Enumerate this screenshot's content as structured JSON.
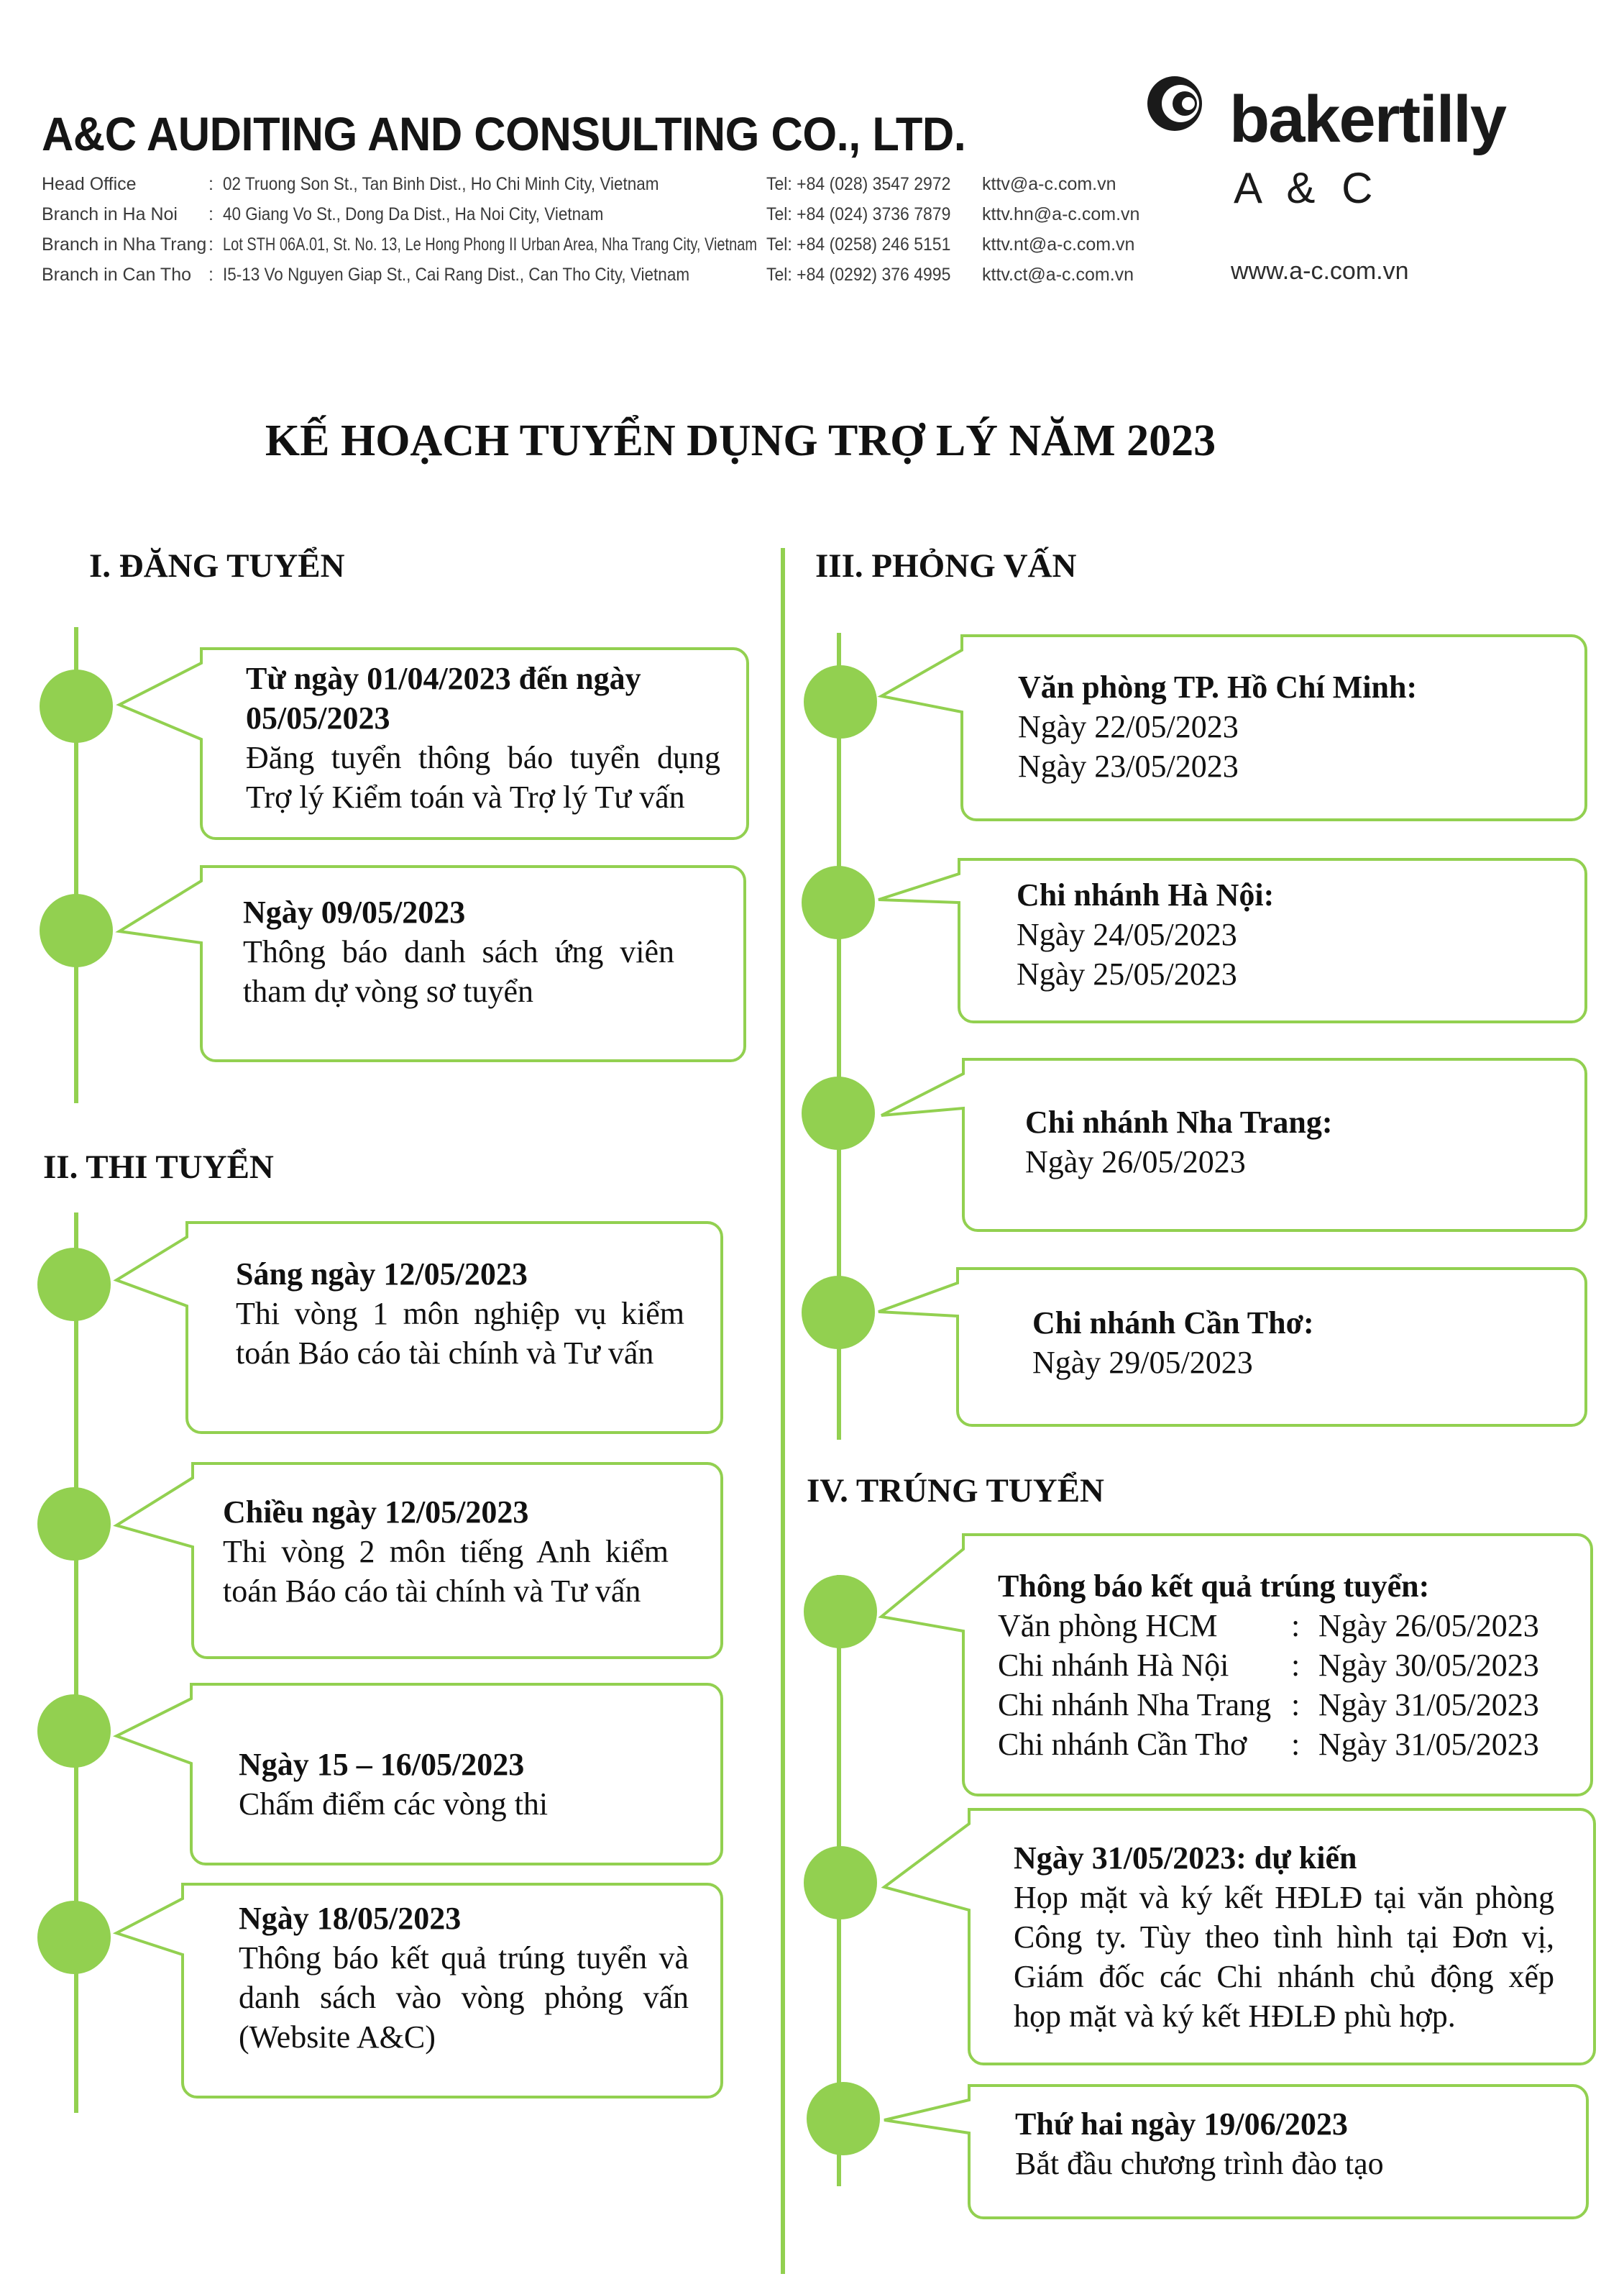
{
  "header": {
    "company_name": "A&C AUDITING AND CONSULTING CO., LTD.",
    "offices": [
      {
        "label": "Head Office",
        "colon": ":",
        "address": "02 Truong Son St., Tan Binh Dist., Ho Chi Minh City, Vietnam",
        "tel": "Tel: +84 (028) 3547 2972",
        "email": "kttv@a-c.com.vn"
      },
      {
        "label": "Branch in Ha Noi",
        "colon": ":",
        "address": "40 Giang Vo St., Dong Da Dist., Ha Noi City, Vietnam",
        "tel": "Tel: +84 (024) 3736 7879",
        "email": "kttv.hn@a-c.com.vn"
      },
      {
        "label": "Branch in Nha Trang",
        "colon": ":",
        "address": "Lot STH 06A.01, St. No. 13, Le Hong Phong II Urban Area, Nha Trang City, Vietnam",
        "tel": "Tel: +84 (0258) 246 5151",
        "email": "kttv.nt@a-c.com.vn"
      },
      {
        "label": "Branch in Can Tho",
        "colon": ":",
        "address": "I5-13 Vo Nguyen Giap St., Cai Rang Dist., Can Tho City, Vietnam",
        "tel": "Tel: +84 (0292) 376 4995",
        "email": "kttv.ct@a-c.com.vn"
      }
    ],
    "brand_name": "bakertilly",
    "brand_sub": "A & C",
    "website": "www.a-c.com.vn"
  },
  "title": "KẾ HOẠCH TUYỂN DỤNG TRỢ LÝ NĂM 2023",
  "sections": {
    "s1": {
      "title": "I.  ĐĂNG TUYỂN",
      "items": [
        {
          "heading": [
            "Từ ngày 01/04/2023 đến ngày",
            "05/05/2023"
          ],
          "lines": [
            "Đăng tuyển thông báo tuyển dụng",
            "Trợ lý Kiểm toán và Trợ lý Tư vấn"
          ]
        },
        {
          "heading": [
            "Ngày 09/05/2023"
          ],
          "lines": [
            "Thông báo danh sách ứng viên",
            "tham dự vòng sơ tuyển"
          ]
        }
      ]
    },
    "s2": {
      "title": "II.  THI TUYỂN",
      "items": [
        {
          "heading": [
            "Sáng ngày 12/05/2023"
          ],
          "lines": [
            "Thi vòng 1 môn nghiệp vụ kiểm",
            "toán Báo cáo tài chính và Tư vấn"
          ]
        },
        {
          "heading": [
            "Chiều ngày 12/05/2023"
          ],
          "lines": [
            "Thi vòng 2 môn tiếng Anh kiểm",
            "toán Báo cáo tài chính và Tư vấn"
          ]
        },
        {
          "heading": [
            "Ngày 15 – 16/05/2023"
          ],
          "lines": [
            "Chấm điểm các vòng thi"
          ]
        },
        {
          "heading": [
            "Ngày 18/05/2023"
          ],
          "lines": [
            "Thông báo kết quả trúng tuyển và",
            "danh sách vào vòng phỏng vấn",
            "(Website A&C)"
          ]
        }
      ]
    },
    "s3": {
      "title": "III. PHỎNG VẤN",
      "items": [
        {
          "heading": [
            "Văn phòng TP. Hồ Chí Minh:"
          ],
          "lines": [
            "Ngày 22/05/2023",
            "Ngày 23/05/2023"
          ]
        },
        {
          "heading": [
            "Chi nhánh Hà Nội:"
          ],
          "lines": [
            "Ngày 24/05/2023",
            "Ngày 25/05/2023"
          ]
        },
        {
          "heading": [
            "Chi nhánh Nha Trang:"
          ],
          "lines": [
            "Ngày 26/05/2023"
          ]
        },
        {
          "heading": [
            "Chi nhánh Cần Thơ:"
          ],
          "lines": [
            "Ngày 29/05/2023"
          ]
        }
      ]
    },
    "s4": {
      "title": "IV. TRÚNG TUYỂN",
      "result": {
        "heading": "Thông báo kết quả trúng tuyển:",
        "rows": [
          {
            "office": "Văn phòng HCM",
            "colon": ":",
            "date": "Ngày 26/05/2023"
          },
          {
            "office": "Chi nhánh Hà Nội",
            "colon": ":",
            "date": "Ngày 30/05/2023"
          },
          {
            "office": "Chi nhánh Nha Trang",
            "colon": ":",
            "date": "Ngày 31/05/2023"
          },
          {
            "office": "Chi nhánh Cần Thơ",
            "colon": ":",
            "date": "Ngày 31/05/2023"
          }
        ]
      },
      "items": [
        {
          "heading": [
            "Ngày 31/05/2023: dự kiến"
          ],
          "lines": [
            "Họp mặt và ký kết HĐLĐ tại văn phòng",
            "Công ty. Tùy theo tình hình tại Đơn vị,",
            "Giám đốc các Chi nhánh chủ động xếp",
            "họp mặt và ký kết HĐLĐ phù hợp."
          ]
        },
        {
          "heading": [
            "Thứ hai ngày 19/06/2023"
          ],
          "lines": [
            "Bắt đầu chương trình đào tạo"
          ]
        }
      ]
    }
  },
  "colors": {
    "accent": "#92d050",
    "text": "#111111"
  }
}
